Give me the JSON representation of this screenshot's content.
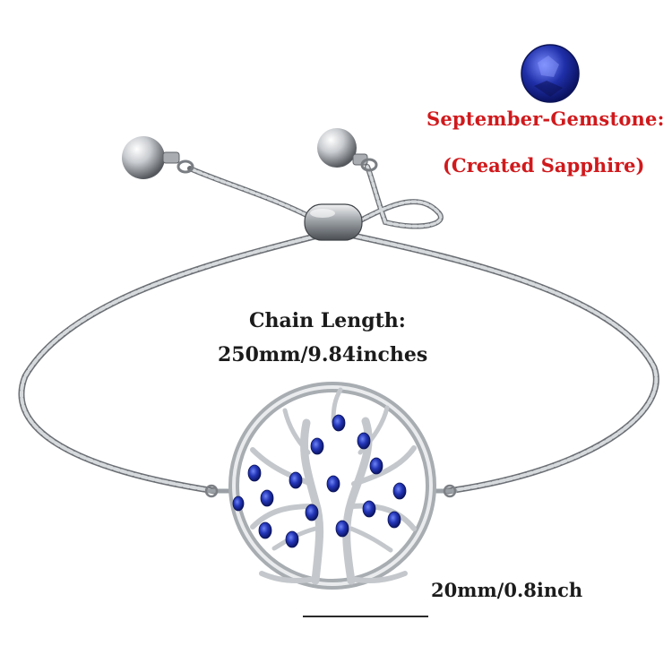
{
  "gemstone": {
    "title": "September-Gemstone:",
    "subtitle": "(Created Sapphire)",
    "color": "#1f2fa8"
  },
  "chain": {
    "title": "Chain Length:",
    "value": "250mm/9.84inches"
  },
  "pendant": {
    "size": "20mm/0.8inch"
  },
  "colors": {
    "text_red": "#d0191c",
    "text_dark": "#1b1b1b",
    "silver": "#bfc3c7"
  }
}
